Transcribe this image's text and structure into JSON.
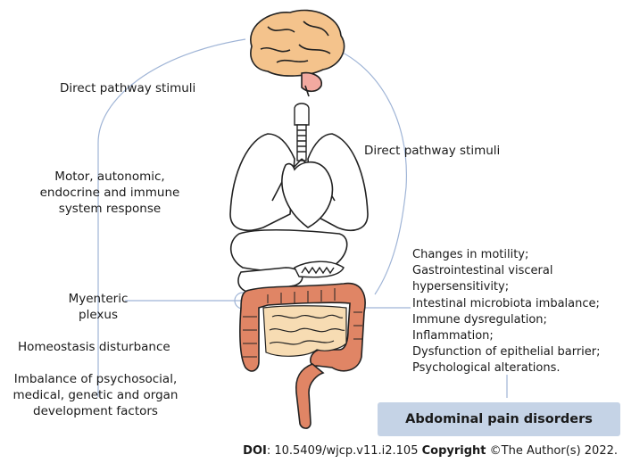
{
  "labels": {
    "direct_pathway_left": "Direct pathway stimuli",
    "direct_pathway_right": "Direct pathway stimuli",
    "motor_response": [
      "Motor, autonomic,",
      "endocrine and immune",
      "system response"
    ],
    "myenteric_plexus": [
      "Myenteric",
      "plexus"
    ],
    "homeostasis": "Homeostasis disturbance",
    "imbalance": [
      "Imbalance of psychosocial,",
      "medical, genetic and organ",
      "development factors"
    ],
    "changes_list": [
      "Changes in motility;",
      "Gastrointestinal visceral",
      "hypersensitivity;",
      "Intestinal microbiota imbalance;",
      "Immune dysregulation;",
      "Inflammation;",
      "Dysfunction of epithelial barrier;",
      "Psychological alterations."
    ]
  },
  "outcome_box": {
    "label": "Abdominal pain disorders",
    "color": "#c5d3e6"
  },
  "footer": {
    "doi_label": "DOI",
    "doi_value": ": 10.5409/wjcp.v11.i2.105 ",
    "copyright_label": "Copyright",
    "copyright_value": " ©The Author(s) 2022."
  },
  "colors": {
    "connector": "#7f9cc7",
    "brain": "#f4c38c",
    "intestine": "#e08565",
    "small_intestine": "#f7dcb3",
    "organ_outline": "#222222"
  }
}
